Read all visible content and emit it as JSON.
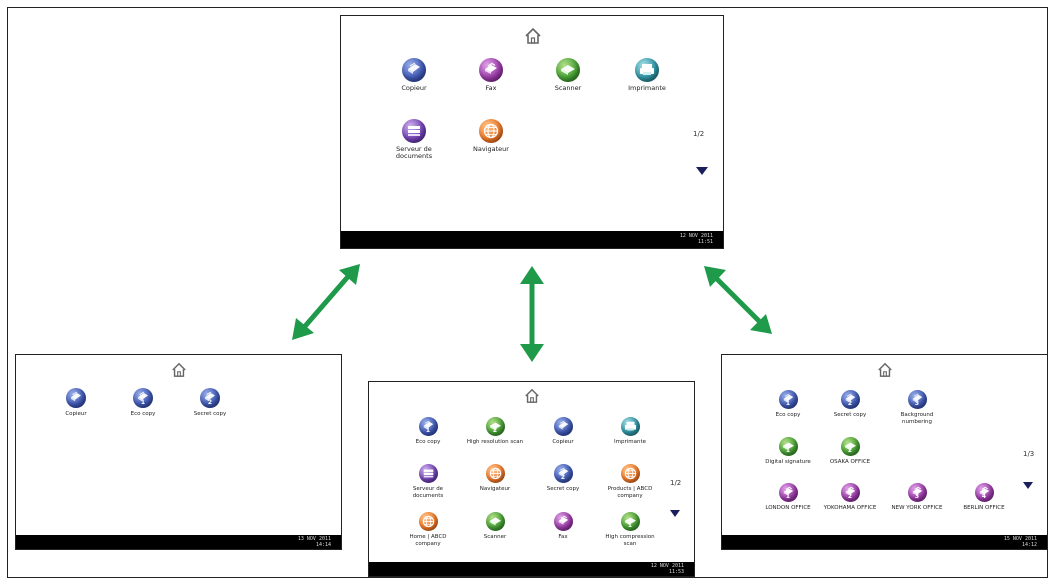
{
  "top_screen": {
    "icons": [
      {
        "label": "Copieur",
        "color": "blue",
        "glyph": "copier-icon"
      },
      {
        "label": "Fax",
        "color": "purple",
        "glyph": "fax-icon"
      },
      {
        "label": "Scanner",
        "color": "green",
        "glyph": "scanner-icon"
      },
      {
        "label": "Imprimante",
        "color": "teal",
        "glyph": "printer-icon"
      },
      {
        "label": "Serveur de documents",
        "color": "vio",
        "glyph": "document-server-icon"
      },
      {
        "label": "Navigateur",
        "color": "orange",
        "glyph": "globe-icon"
      }
    ],
    "page": "1/2",
    "date": "12 NOV  2011",
    "time": "11:51"
  },
  "left_screen": {
    "icons": [
      {
        "label": "Copieur",
        "color": "blue",
        "glyph": "copier-icon",
        "num": ""
      },
      {
        "label": "Eco copy",
        "color": "blue",
        "glyph": "copier-icon",
        "num": "1"
      },
      {
        "label": "Secret copy",
        "color": "blue",
        "glyph": "copier-icon",
        "num": "2"
      }
    ],
    "date": "13 NOV  2011",
    "time": "14:14"
  },
  "middle_screen": {
    "icons": [
      {
        "label": "Eco copy",
        "color": "blue",
        "glyph": "copier-icon",
        "num": "1"
      },
      {
        "label": "High resolution scan",
        "color": "green",
        "glyph": "scanner-icon",
        "num": "2"
      },
      {
        "label": "Copieur",
        "color": "blue",
        "glyph": "copier-icon",
        "num": ""
      },
      {
        "label": "Imprimante",
        "color": "teal",
        "glyph": "printer-icon",
        "num": ""
      },
      {
        "label": "Serveur de documents",
        "color": "vio",
        "glyph": "document-server-icon",
        "num": ""
      },
      {
        "label": "Navigateur",
        "color": "orange",
        "glyph": "globe-icon",
        "num": ""
      },
      {
        "label": "Secret copy",
        "color": "blue",
        "glyph": "copier-icon",
        "num": "2"
      },
      {
        "label": "Products | ABCD company",
        "color": "orange",
        "glyph": "globe-icon",
        "num": ""
      },
      {
        "label": "Home | ABCD company",
        "color": "orange",
        "glyph": "globe-icon",
        "num": ""
      },
      {
        "label": "Scanner",
        "color": "green",
        "glyph": "scanner-icon",
        "num": ""
      },
      {
        "label": "Fax",
        "color": "purple",
        "glyph": "fax-icon",
        "num": ""
      },
      {
        "label": "High compression scan",
        "color": "green",
        "glyph": "scanner-icon",
        "num": "1"
      }
    ],
    "page": "1/2",
    "date": "12 NOV  2011",
    "time": "11:53"
  },
  "right_screen": {
    "icons": [
      {
        "label": "Eco copy",
        "color": "blue",
        "glyph": "copier-icon",
        "num": "1"
      },
      {
        "label": "Secret copy",
        "color": "blue",
        "glyph": "copier-icon",
        "num": "2"
      },
      {
        "label": "Background numbering",
        "color": "blue",
        "glyph": "copier-icon",
        "num": "3"
      },
      {
        "label": "Digital signature",
        "color": "green",
        "glyph": "scanner-icon",
        "num": "1"
      },
      {
        "label": "OSAKA OFFICE",
        "color": "green",
        "glyph": "scanner-icon",
        "num": "2"
      },
      {
        "label": "LONDON OFFICE",
        "color": "purple",
        "glyph": "fax-icon",
        "num": "1"
      },
      {
        "label": "YOKOHAMA OFFICE",
        "color": "purple",
        "glyph": "fax-icon",
        "num": "2"
      },
      {
        "label": "NEW YORK OFFICE",
        "color": "purple",
        "glyph": "fax-icon",
        "num": "3"
      },
      {
        "label": "BERLIN OFFICE",
        "color": "purple",
        "glyph": "fax-icon",
        "num": "4"
      }
    ],
    "page": "1/3",
    "date": "15 NOV  2011",
    "time": "14:12"
  },
  "arrow_color": "#1e9a4a"
}
